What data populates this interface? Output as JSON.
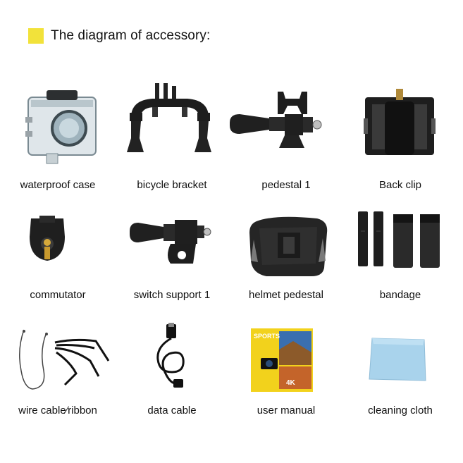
{
  "header": {
    "title": "The diagram of accessory:",
    "accent_color": "#f2e23a"
  },
  "accessories": [
    {
      "label": "waterproof case",
      "icon": "waterproof-case-icon"
    },
    {
      "label": "bicycle bracket",
      "icon": "bicycle-bracket-icon"
    },
    {
      "label": "pedestal 1",
      "icon": "pedestal-icon"
    },
    {
      "label": "Back clip",
      "icon": "back-clip-icon"
    },
    {
      "label": "commutator",
      "icon": "commutator-icon"
    },
    {
      "label": "switch support 1",
      "icon": "switch-support-icon"
    },
    {
      "label": "helmet pedestal",
      "icon": "helmet-pedestal-icon"
    },
    {
      "label": "bandage",
      "icon": "bandage-icon"
    },
    {
      "label": "wire cable∕ribbon",
      "icon": "wire-cable-icon"
    },
    {
      "label": "data cable",
      "icon": "data-cable-icon"
    },
    {
      "label": "user manual",
      "icon": "user-manual-icon"
    },
    {
      "label": "cleaning cloth",
      "icon": "cleaning-cloth-icon"
    }
  ],
  "manual": {
    "brand": "SPORTS",
    "badge": "4K"
  }
}
